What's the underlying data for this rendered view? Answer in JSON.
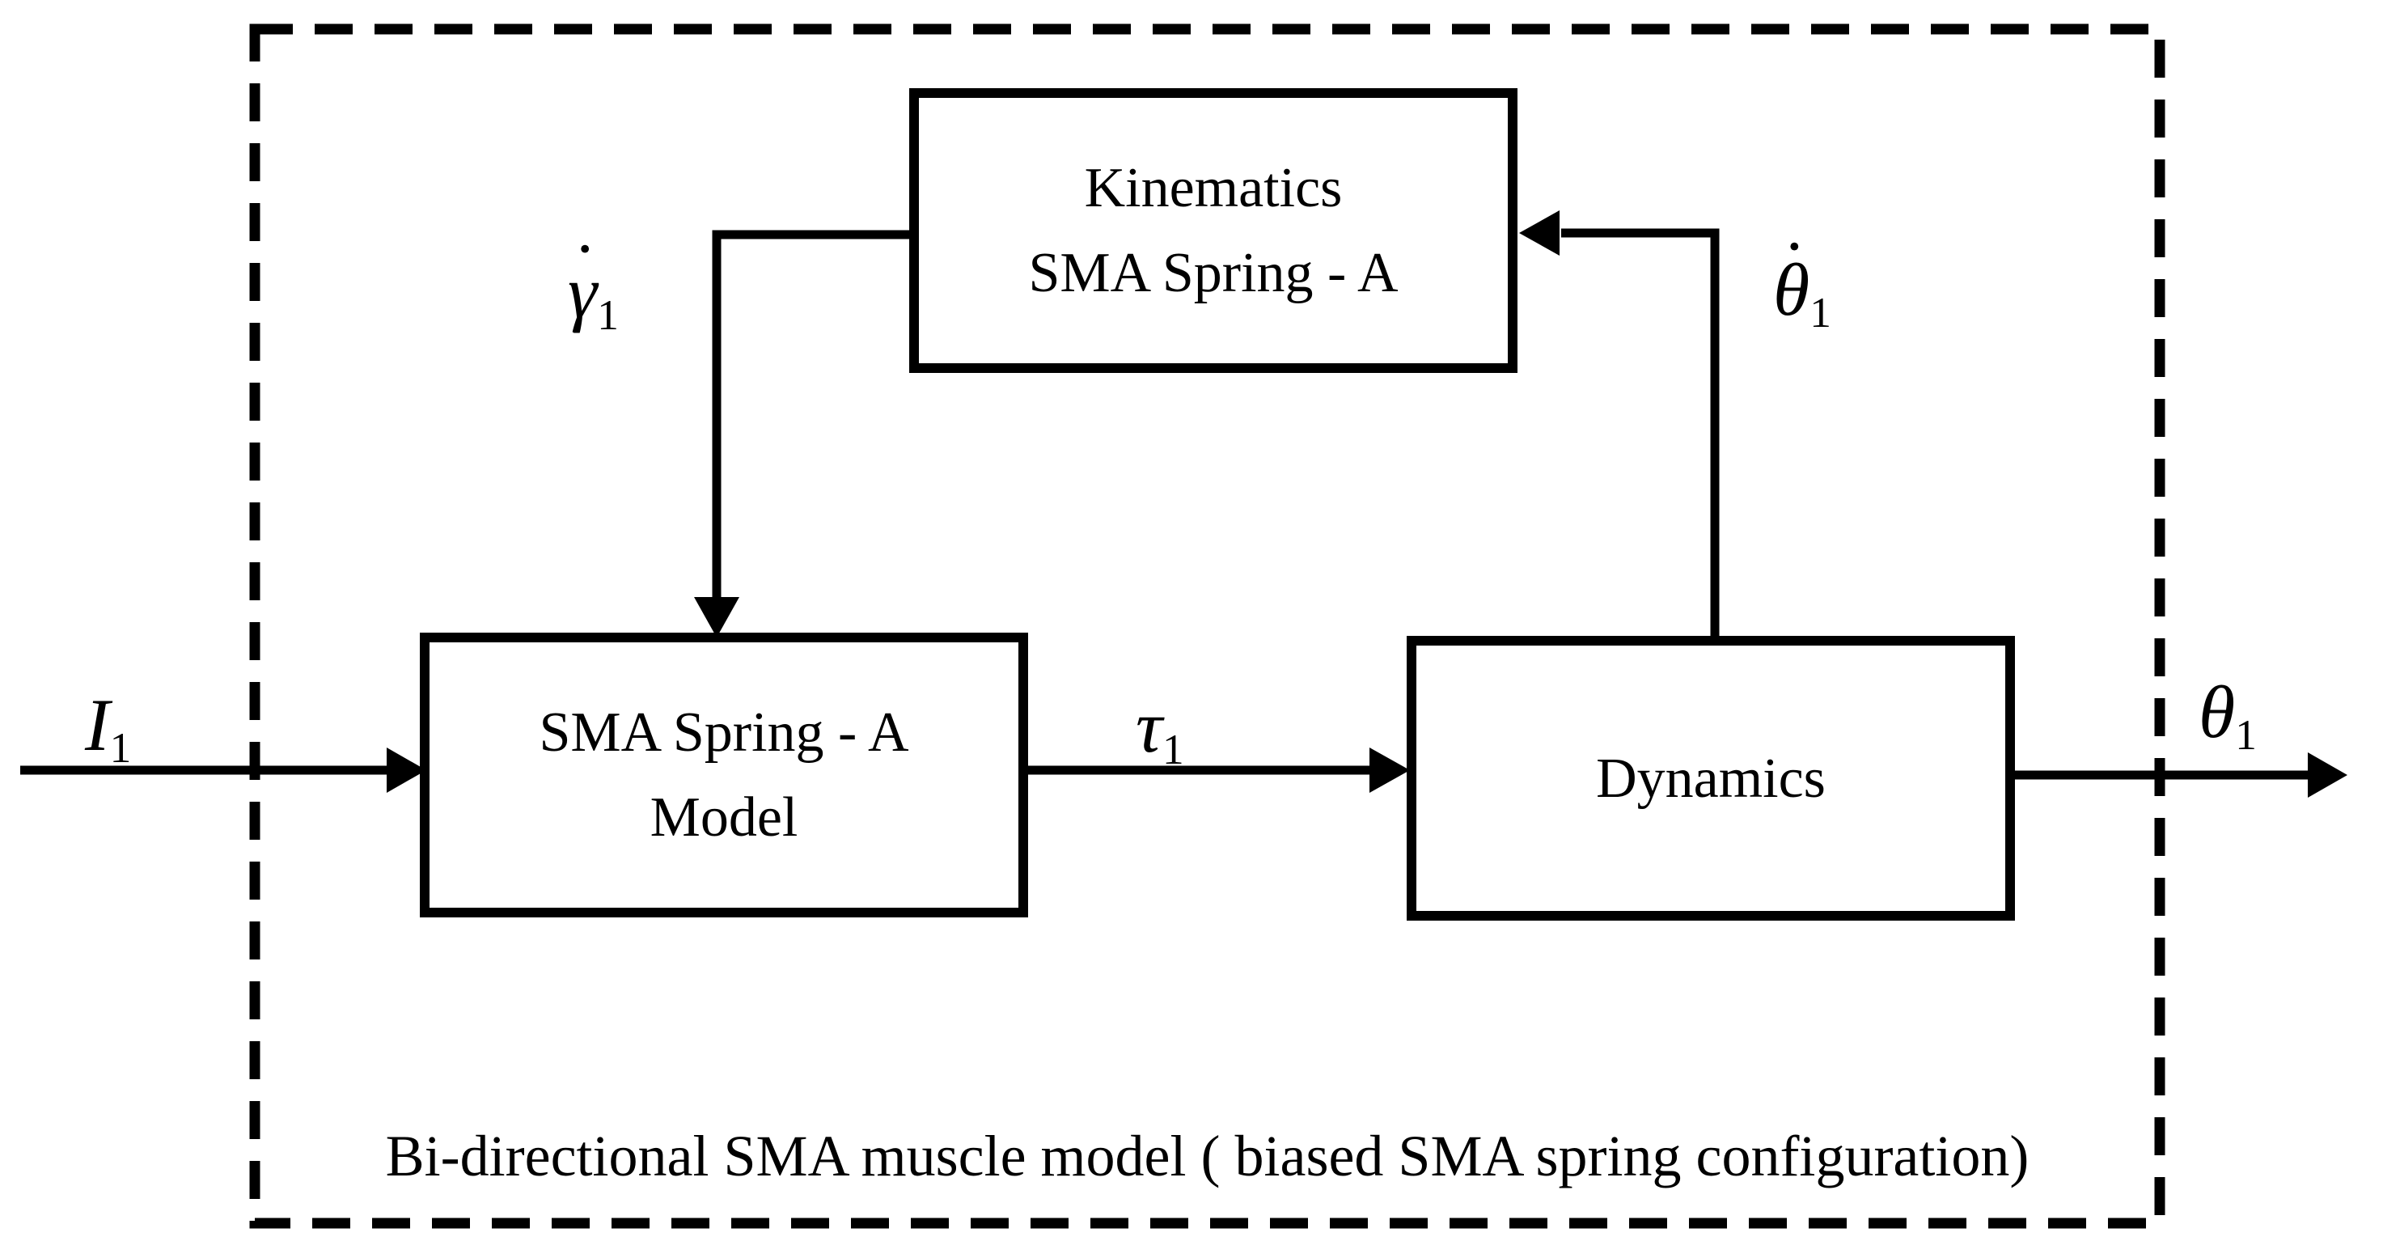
{
  "diagram": {
    "caption": "Bi-directional SMA muscle model ( biased SMA spring configuration)",
    "boxes": {
      "kinematics": {
        "line1": "Kinematics",
        "line2": "SMA Spring - A"
      },
      "sma_model": {
        "line1": "SMA Spring - A",
        "line2": "Model"
      },
      "dynamics": {
        "line1": "Dynamics"
      }
    },
    "signals": {
      "input_current": {
        "base": "I",
        "dot": "",
        "sub": "1"
      },
      "strain_rate": {
        "base": "γ",
        "dot": "˙",
        "sub": "1"
      },
      "torque": {
        "base": "τ",
        "dot": "",
        "sub": "1"
      },
      "angular_velocity": {
        "base": "θ",
        "dot": "˙",
        "sub": "1"
      },
      "joint_angle": {
        "base": "θ",
        "dot": "",
        "sub": "1"
      }
    },
    "colors": {
      "line": "#000000",
      "background": "#ffffff"
    }
  }
}
